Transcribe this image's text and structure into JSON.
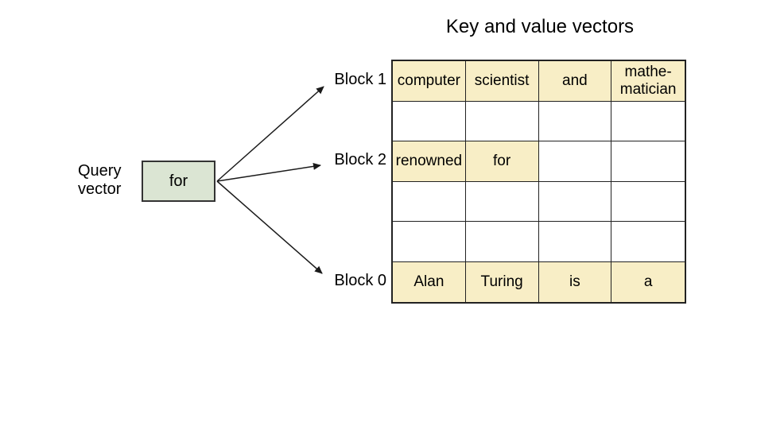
{
  "title": "Key and value vectors",
  "query": {
    "caption_line1": "Query",
    "caption_line2": "vector",
    "value": "for"
  },
  "block_labels": [
    "Block 1",
    "Block 2",
    "Block 0"
  ],
  "grid": {
    "columns": 4,
    "rows": [
      {
        "block": "Block 1",
        "cells": [
          {
            "text": "computer",
            "filled": true
          },
          {
            "text": "scientist",
            "filled": true
          },
          {
            "text": "and",
            "filled": true
          },
          {
            "text": "mathe-matician",
            "filled": true
          }
        ]
      },
      {
        "block": "",
        "cells": [
          {
            "text": "",
            "filled": false
          },
          {
            "text": "",
            "filled": false
          },
          {
            "text": "",
            "filled": false
          },
          {
            "text": "",
            "filled": false
          }
        ]
      },
      {
        "block": "Block 2",
        "cells": [
          {
            "text": "renowned",
            "filled": true
          },
          {
            "text": "for",
            "filled": true
          },
          {
            "text": "",
            "filled": false
          },
          {
            "text": "",
            "filled": false
          }
        ]
      },
      {
        "block": "",
        "cells": [
          {
            "text": "",
            "filled": false
          },
          {
            "text": "",
            "filled": false
          },
          {
            "text": "",
            "filled": false
          },
          {
            "text": "",
            "filled": false
          }
        ]
      },
      {
        "block": "",
        "cells": [
          {
            "text": "",
            "filled": false
          },
          {
            "text": "",
            "filled": false
          },
          {
            "text": "",
            "filled": false
          },
          {
            "text": "",
            "filled": false
          }
        ]
      },
      {
        "block": "Block 0",
        "cells": [
          {
            "text": "Alan",
            "filled": true
          },
          {
            "text": "Turing",
            "filled": true
          },
          {
            "text": "is",
            "filled": true
          },
          {
            "text": "a",
            "filled": true
          }
        ]
      }
    ]
  },
  "colors": {
    "highlight": "#f8eec6",
    "query-box": "#dbe5d3",
    "line": "#1a1a1a"
  }
}
